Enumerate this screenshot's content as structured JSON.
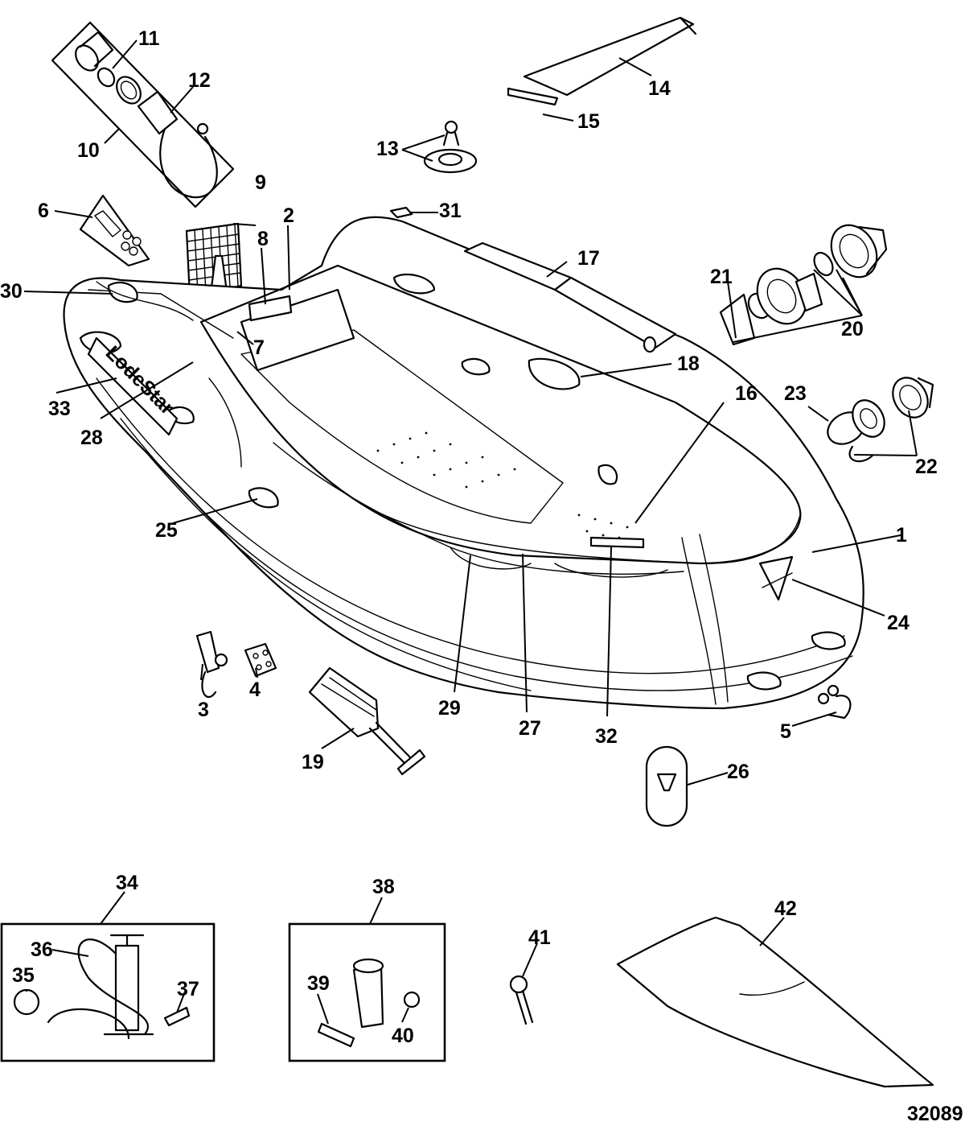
{
  "diagram_id": "32089",
  "callouts": [
    "1",
    "2",
    "3",
    "4",
    "5",
    "6",
    "7",
    "8",
    "9",
    "10",
    "11",
    "12",
    "13",
    "14",
    "15",
    "16",
    "17",
    "18",
    "19",
    "20",
    "21",
    "22",
    "23",
    "24",
    "25",
    "26",
    "27",
    "28",
    "29",
    "30",
    "31",
    "32",
    "33",
    "34",
    "35",
    "36",
    "37",
    "38",
    "39",
    "40",
    "41",
    "42"
  ],
  "brand_text": "LodeStar"
}
